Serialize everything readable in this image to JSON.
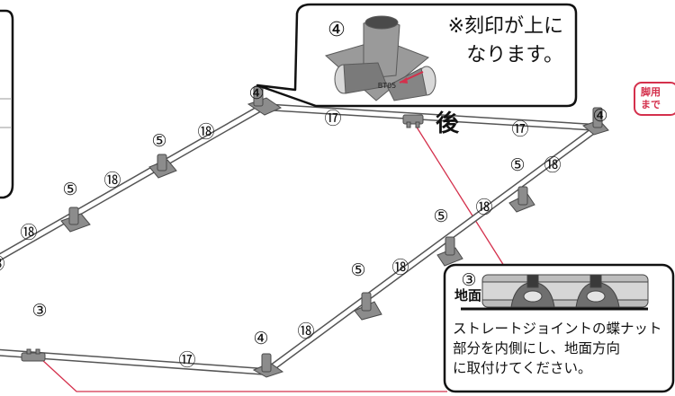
{
  "rear_label": "後",
  "top_callout": {
    "part_number": "④",
    "note_lines": [
      "※刻印が上に",
      "なります。"
    ],
    "engraving": "BT05"
  },
  "bottom_callout": {
    "part_number": "③",
    "ground_label": "地面",
    "description_lines": [
      "ストレートジョイントの蝶ナット",
      "部分を内側にし、地面方向",
      "に取付けてください。"
    ]
  },
  "side_tag_lines": [
    "脚用",
    "まで"
  ],
  "part_labels": [
    "④",
    "⑰",
    "③",
    "⑰",
    "④",
    "⑱",
    "⑤",
    "⑱",
    "⑤",
    "⑱",
    "⑱",
    "⑤",
    "⑱",
    "⑤",
    "⑱",
    "⑤",
    "⑱",
    "③",
    "⑰",
    "④",
    "⑱"
  ],
  "colors": {
    "pipe_fill": "#ffffff",
    "pipe_edge": "#555555",
    "joint_fill": "#8c8c8c",
    "leader_line": "#d4304c",
    "outline": "#111111"
  }
}
